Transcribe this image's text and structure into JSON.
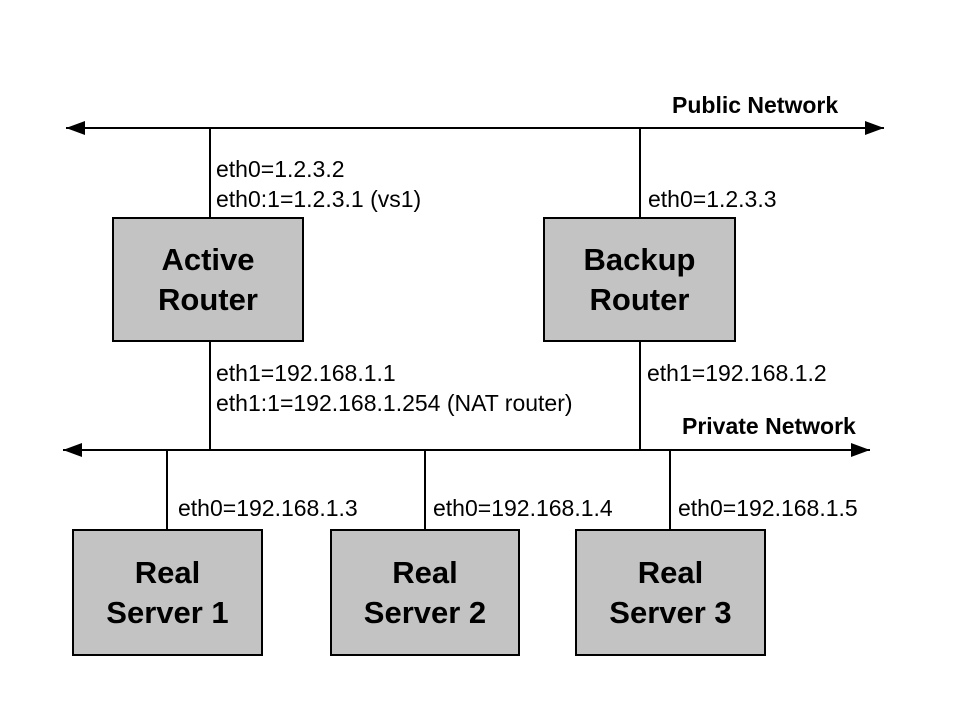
{
  "colors": {
    "background": "#ffffff",
    "box_fill": "#c3c3c3",
    "box_border": "#000000",
    "line": "#000000",
    "text": "#000000"
  },
  "public_network": {
    "label": "Public Network"
  },
  "private_network": {
    "label": "Private Network"
  },
  "routers": {
    "active": {
      "name": "Active\nRouter",
      "public_interfaces": [
        "eth0=1.2.3.2",
        "eth0:1=1.2.3.1 (vs1)"
      ],
      "private_interfaces": [
        "eth1=192.168.1.1",
        "eth1:1=192.168.1.254 (NAT router)"
      ]
    },
    "backup": {
      "name": "Backup\nRouter",
      "public_interfaces": [
        "eth0=1.2.3.3"
      ],
      "private_interfaces": [
        "eth1=192.168.1.2"
      ]
    }
  },
  "servers": [
    {
      "name": "Real\nServer 1",
      "interface": "eth0=192.168.1.3"
    },
    {
      "name": "Real\nServer 2",
      "interface": "eth0=192.168.1.4"
    },
    {
      "name": "Real\nServer 3",
      "interface": "eth0=192.168.1.5"
    }
  ]
}
